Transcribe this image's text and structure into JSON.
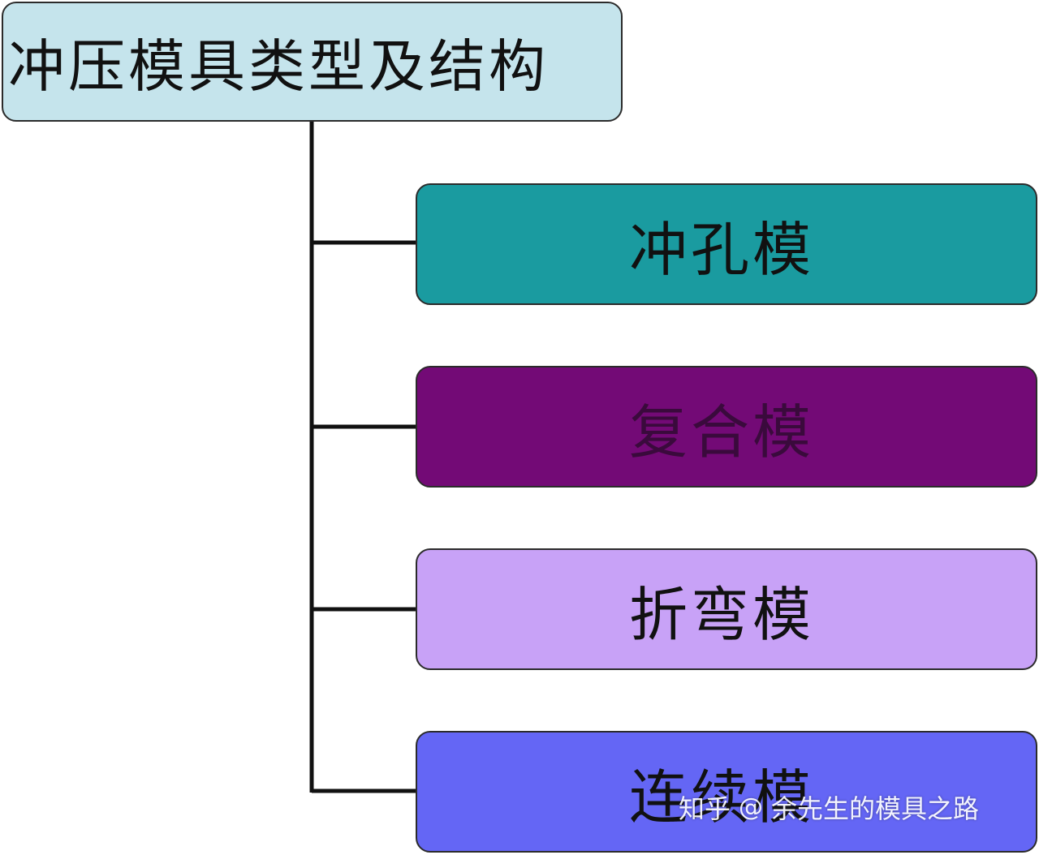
{
  "diagram": {
    "root": {
      "label": "冲压模具类型及结构",
      "color": "#c5e4ec"
    },
    "children": [
      {
        "label": "冲孔模",
        "color": "#1a9ba0"
      },
      {
        "label": "复合模",
        "color": "#730a76"
      },
      {
        "label": "折弯模",
        "color": "#c8a2f7"
      },
      {
        "label": "连续模",
        "color": "#6466f5"
      }
    ],
    "connector_color": "#111111"
  },
  "watermark": {
    "site": "知乎",
    "at": "@",
    "author": "余先生的模具之路"
  }
}
